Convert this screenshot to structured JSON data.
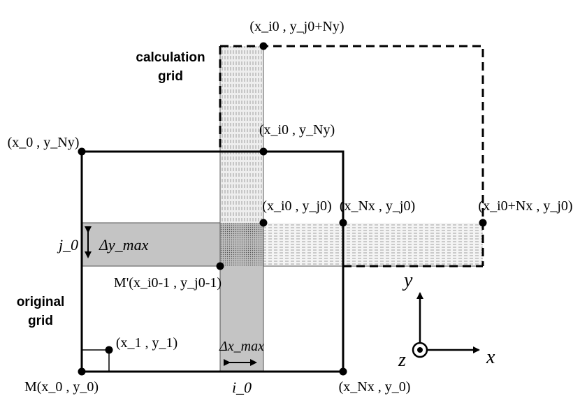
{
  "labels": {
    "calculation_grid_line1": "calculation",
    "calculation_grid_line2": "grid",
    "original_grid_line1": "original",
    "original_grid_line2": "grid"
  },
  "points": {
    "top_dashed": "(x_i0 , y_j0+Ny)",
    "top_left": "(x_0 , y_Ny)",
    "mid_top": "(x_i0 , y_Ny)",
    "center": "(x_i0 , y_j0)",
    "right_mid": "(x_Nx , y_j0)",
    "far_right": "(x_i0+Nx , y_j0)",
    "m_prime": "M'(x_i0-1 , y_j0-1)",
    "inner": "(x_1 , y_1)",
    "origin": "M(x_0 , y_0)",
    "bottom_right": "(x_Nx , y_0)"
  },
  "dimensions": {
    "dy": "Δy_max",
    "dx": "Δx_max",
    "j0": "j_0",
    "i0": "i_0"
  },
  "axes": {
    "x": "x",
    "y": "y",
    "z": "z"
  }
}
